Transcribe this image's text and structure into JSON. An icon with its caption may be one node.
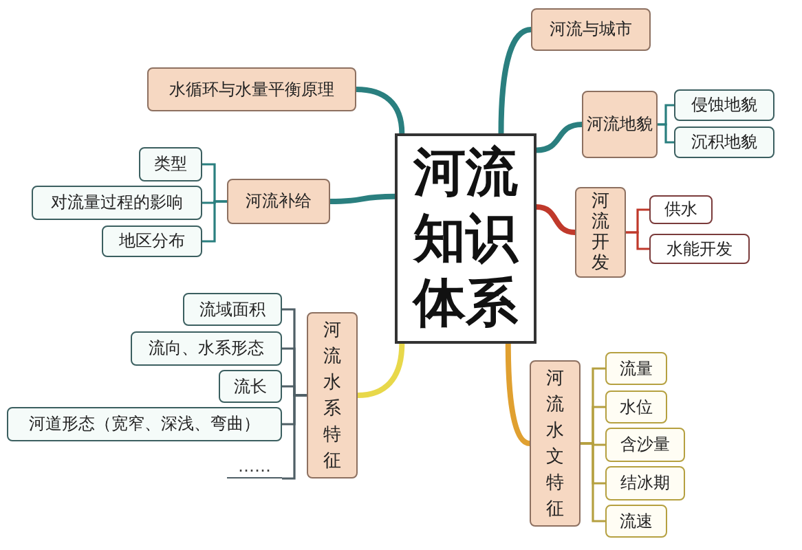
{
  "diagram": {
    "nodes": [
      {
        "text": [
          "河流知识体系"
        ]
      },
      {
        "text": [
          "河流与城市"
        ]
      },
      {
        "text": [
          "水循环与水量平衡原理"
        ]
      },
      {
        "text": [
          "河流地貌"
        ]
      },
      {
        "text": [
          "侵蚀地貌"
        ]
      },
      {
        "text": [
          "沉积地貌"
        ]
      },
      {
        "text": [
          "河流开发"
        ]
      },
      {
        "text": [
          "供水"
        ]
      },
      {
        "text": [
          "水能开发"
        ]
      },
      {
        "text": [
          "河流补给"
        ]
      },
      {
        "text": [
          "类型"
        ]
      },
      {
        "text": [
          "对流量过程的影响"
        ]
      },
      {
        "text": [
          "地区分布"
        ]
      },
      {
        "text": [
          "河流水系特征"
        ]
      },
      {
        "text": [
          "流域面积"
        ]
      },
      {
        "text": [
          "流向、水系形态"
        ]
      },
      {
        "text": [
          "流长"
        ]
      },
      {
        "text": [
          "河道形态（宽窄、深浅、弯曲）"
        ]
      },
      {
        "text": [
          "……"
        ]
      },
      {
        "text": [
          "河流水文特征"
        ]
      },
      {
        "text": [
          "流量"
        ]
      },
      {
        "text": [
          "水位"
        ]
      },
      {
        "text": [
          "含沙量"
        ]
      },
      {
        "text": [
          "结冰期"
        ]
      },
      {
        "text": [
          "流速"
        ]
      }
    ],
    "edges": [
      {
        "from": 0,
        "to": 1,
        "arrow": "none",
        "style": "thick"
      },
      {
        "from": 0,
        "to": 2,
        "arrow": "none",
        "style": "thick"
      },
      {
        "from": 0,
        "to": 3,
        "arrow": "none",
        "style": "thick"
      },
      {
        "from": 3,
        "to": 4,
        "arrow": "none"
      },
      {
        "from": 3,
        "to": 5,
        "arrow": "none"
      },
      {
        "from": 0,
        "to": 6,
        "arrow": "none",
        "color": "#c0392b",
        "style": "thick"
      },
      {
        "from": 6,
        "to": 7,
        "arrow": "none",
        "color": "#c0392b"
      },
      {
        "from": 6,
        "to": 8,
        "arrow": "none",
        "color": "#c0392b"
      },
      {
        "from": 0,
        "to": 9,
        "arrow": "none",
        "style": "thick"
      },
      {
        "from": 9,
        "to": 10,
        "arrow": "none"
      },
      {
        "from": 9,
        "to": 11,
        "arrow": "none"
      },
      {
        "from": 9,
        "to": 12,
        "arrow": "none"
      },
      {
        "from": 0,
        "to": 13,
        "arrow": "none",
        "color": "#e8d84a",
        "style": "thick"
      },
      {
        "from": 13,
        "to": 14,
        "arrow": "none",
        "color": "#4f5f66"
      },
      {
        "from": 13,
        "to": 15,
        "arrow": "none",
        "color": "#4f5f66"
      },
      {
        "from": 13,
        "to": 16,
        "arrow": "none",
        "color": "#4f5f66"
      },
      {
        "from": 13,
        "to": 17,
        "arrow": "none",
        "color": "#4f5f66"
      },
      {
        "from": 13,
        "to": 18,
        "arrow": "none",
        "color": "#4f5f66"
      },
      {
        "from": 0,
        "to": 19,
        "arrow": "none",
        "color": "#e0a030",
        "style": "thick"
      },
      {
        "from": 19,
        "to": 20,
        "arrow": "none",
        "color": "#b5a040"
      },
      {
        "from": 19,
        "to": 21,
        "arrow": "none",
        "color": "#b5a040"
      },
      {
        "from": 19,
        "to": 22,
        "arrow": "none",
        "color": "#b5a040"
      },
      {
        "from": 19,
        "to": 23,
        "arrow": "none",
        "color": "#b5a040"
      },
      {
        "from": 19,
        "to": 24,
        "arrow": "none",
        "color": "#b5a040"
      }
    ]
  }
}
